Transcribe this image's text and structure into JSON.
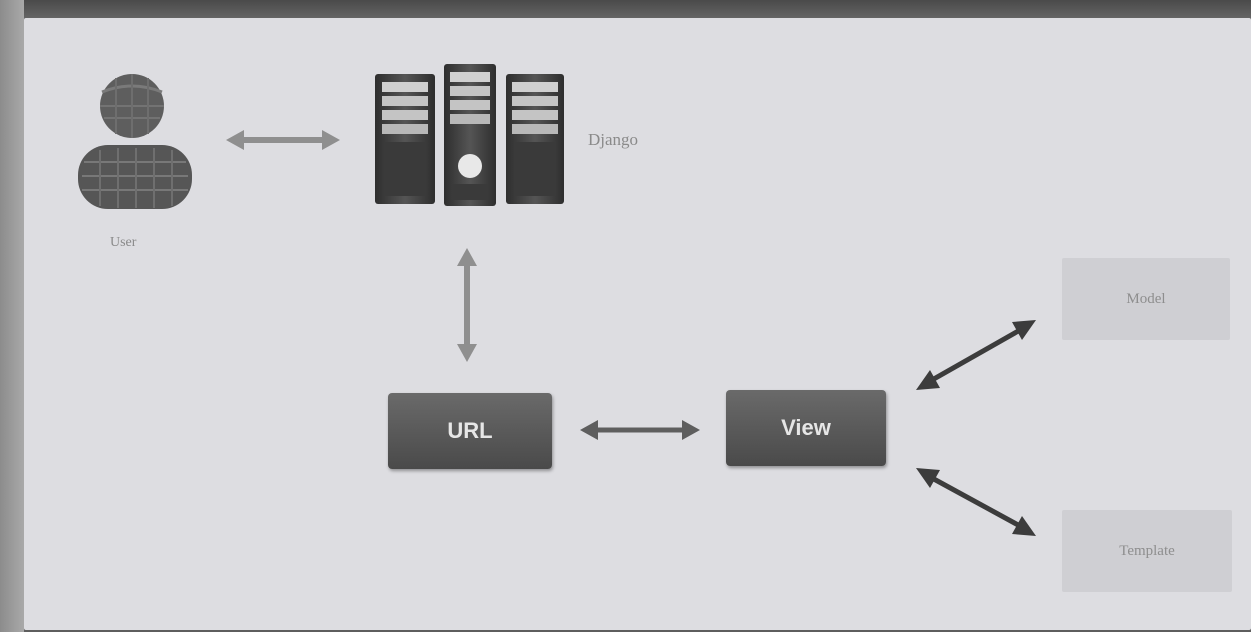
{
  "nodes": {
    "user": {
      "label": "User"
    },
    "server": {
      "label": "Django"
    },
    "url": {
      "label": "URL"
    },
    "view": {
      "label": "View"
    },
    "model": {
      "label": "Model"
    },
    "template": {
      "label": "Template"
    }
  },
  "colors": {
    "canvas": "#dddde1",
    "arrow_light": "#8f8f8f",
    "arrow_dark": "#3c3c3c",
    "dark_box": "#555555",
    "light_box": "#cfcfd3"
  }
}
